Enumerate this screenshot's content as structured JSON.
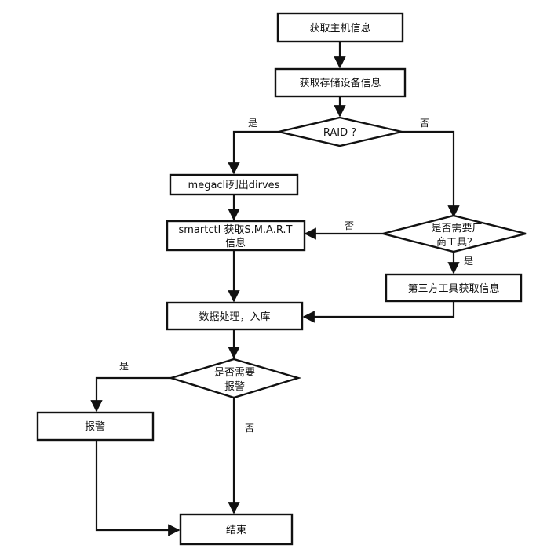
{
  "nodes": {
    "get_host_info": "获取主机信息",
    "get_storage_info": "获取存储设备信息",
    "raid_decision": "RAID ?",
    "megacli": "megacli列出dirves",
    "smartctl_line1": "smartctl 获取S.M.A.R.T",
    "smartctl_line2": "信息",
    "vendor_decision_line1": "是否需要厂",
    "vendor_decision_line2": "商工具？",
    "third_party": "第三方工具获取信息",
    "process_store": "数据处理，入库",
    "alarm_decision_line1": "是否需要",
    "alarm_decision_line2": "报警",
    "alarm": "报警",
    "end": "结束"
  },
  "edge_labels": {
    "raid_yes": "是",
    "raid_no": "否",
    "vendor_no": "否",
    "vendor_yes": "是",
    "alarm_yes": "是",
    "alarm_no": "否"
  },
  "colors": {
    "stroke": "#111111",
    "background": "#ffffff"
  }
}
